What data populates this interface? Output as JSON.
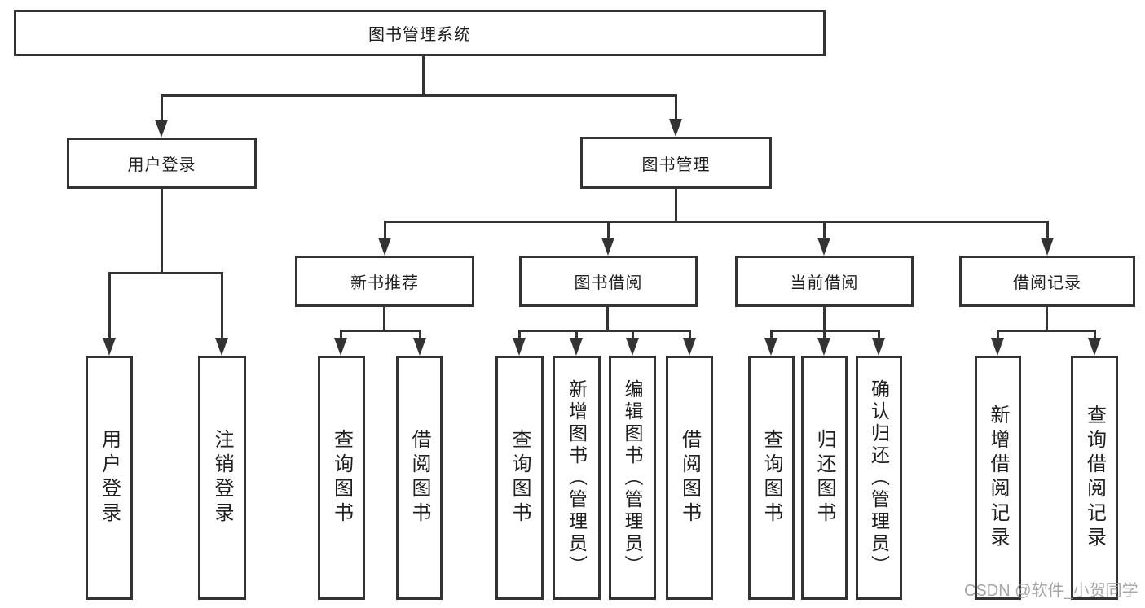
{
  "diagram": {
    "title": "图书管理系统",
    "colors": {
      "line": "#333333",
      "text": "#1f1f1f",
      "background": "#ffffff",
      "watermark": "#969696"
    },
    "nodes": {
      "root": {
        "label": "图书管理系统"
      },
      "user_login": {
        "label": "用户登录"
      },
      "book_mgmt": {
        "label": "图书管理"
      },
      "new_book_rec": {
        "label": "新书推荐"
      },
      "book_borrow": {
        "label": "图书借阅"
      },
      "current_borrow": {
        "label": "当前借阅"
      },
      "borrow_records": {
        "label": "借阅记录"
      },
      "leaf_user_login": {
        "label": "用户登录"
      },
      "leaf_logout": {
        "label": "注销登录"
      },
      "leaf_query_book_a": {
        "label": "查询图书"
      },
      "leaf_borrow_book_a": {
        "label": "借阅图书"
      },
      "leaf_query_book_b": {
        "label": "查询图书"
      },
      "leaf_add_book_admin": {
        "label": "新增图书（管理员）"
      },
      "leaf_edit_book_admin": {
        "label": "编辑图书（管理员）"
      },
      "leaf_borrow_book_b": {
        "label": "借阅图书"
      },
      "leaf_query_book_c": {
        "label": "查询图书"
      },
      "leaf_return_book": {
        "label": "归还图书"
      },
      "leaf_confirm_return_admin": {
        "label": "确认归还（管理员）"
      },
      "leaf_add_borrow_record": {
        "label": "新增借阅记录"
      },
      "leaf_query_borrow_record": {
        "label": "查询借阅记录"
      }
    },
    "watermark": {
      "text": "CSDN @软件_小贺同学"
    }
  }
}
